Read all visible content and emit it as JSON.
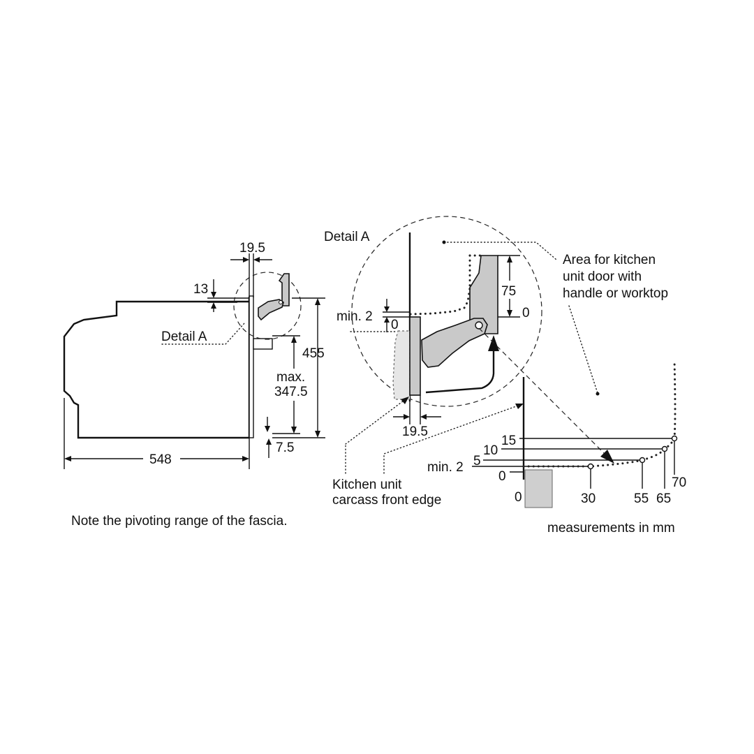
{
  "left_view": {
    "dim_top_width": "19.5",
    "dim_top_offset": "13",
    "detail_label": "Detail A",
    "dim_height": "455",
    "dim_max_label": "max.",
    "dim_max_value": "347.5",
    "dim_bottom_offset": "7.5",
    "dim_depth": "548",
    "note": "Note the pivoting range of the fascia."
  },
  "detail_view": {
    "title": "Detail A",
    "min_label": "min. 2",
    "zero_label": "0",
    "dim_75": "75",
    "dim_0": "0",
    "dim_19_5": "19.5",
    "area_label": [
      "Area for kitchen",
      "unit door with",
      "handle or worktop"
    ],
    "carcass_label": [
      "Kitchen unit",
      "carcass front edge"
    ]
  },
  "range_graph": {
    "y_labels": [
      "15",
      "10",
      "5",
      "min. 2",
      "0"
    ],
    "x_labels": [
      "0",
      "30",
      "55",
      "65",
      "70"
    ],
    "footer": "measurements in mm"
  }
}
